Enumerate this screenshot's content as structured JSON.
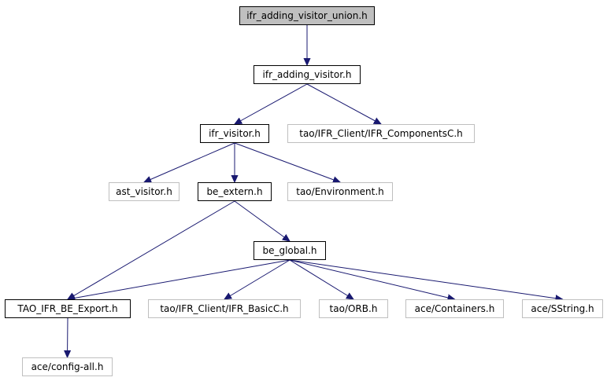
{
  "graph": {
    "nodes": {
      "root": "ifr_adding_visitor_union.h",
      "adding_visitor": "ifr_adding_visitor.h",
      "components_c": "tao/IFR_Client/IFR_ComponentsC.h",
      "ifr_visitor": "ifr_visitor.h",
      "ast_visitor": "ast_visitor.h",
      "be_extern": "be_extern.h",
      "environment": "tao/Environment.h",
      "be_global": "be_global.h",
      "be_export": "TAO_IFR_BE_Export.h",
      "basic_c": "tao/IFR_Client/IFR_BasicC.h",
      "orb": "tao/ORB.h",
      "containers": "ace/Containers.h",
      "sstring": "ace/SString.h",
      "config_all": "ace/config-all.h"
    },
    "edges": [
      [
        "root",
        "adding_visitor"
      ],
      [
        "adding_visitor",
        "ifr_visitor"
      ],
      [
        "adding_visitor",
        "components_c"
      ],
      [
        "ifr_visitor",
        "ast_visitor"
      ],
      [
        "ifr_visitor",
        "be_extern"
      ],
      [
        "ifr_visitor",
        "environment"
      ],
      [
        "be_extern",
        "be_export"
      ],
      [
        "be_extern",
        "be_global"
      ],
      [
        "be_global",
        "be_export"
      ],
      [
        "be_global",
        "basic_c"
      ],
      [
        "be_global",
        "orb"
      ],
      [
        "be_global",
        "containers"
      ],
      [
        "be_global",
        "sstring"
      ],
      [
        "be_export",
        "config_all"
      ]
    ],
    "colors": {
      "edge": "#191970",
      "root_fill": "#bfbfbf",
      "node_border": "#000000",
      "external_border": "#bfbfbf"
    }
  }
}
